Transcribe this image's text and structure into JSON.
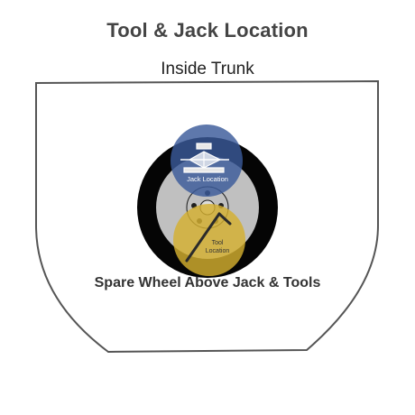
{
  "title": "Tool & Jack Location",
  "subtitle": "Inside Trunk",
  "wheel_caption": "Spare Wheel Above Jack & Tools",
  "jack_label": "Jack Location",
  "tool_label": {
    "line1": "Tool",
    "line2": "Location"
  },
  "colors": {
    "outline": "#555555",
    "tire": "#050505",
    "rim": "#c0c0c0",
    "jack_highlight": "#3a5a9a",
    "tool_highlight": "#d4b030"
  }
}
